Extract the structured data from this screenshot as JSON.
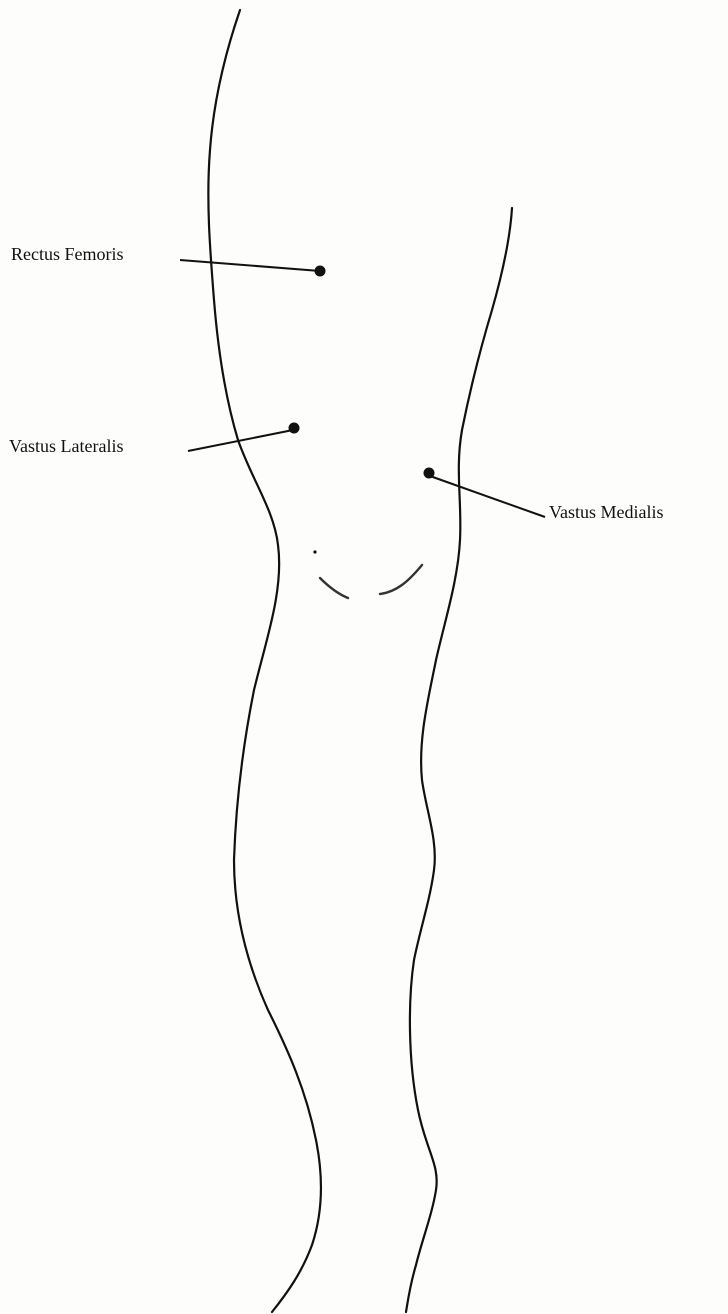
{
  "labels": {
    "rectus_femoris": "Rectus Femoris",
    "vastus_lateralis": "Vastus Lateralis",
    "vastus_medialis": "Vastus Medialis"
  },
  "colors": {
    "ink": "#111111",
    "background": "#fdfdfc"
  }
}
